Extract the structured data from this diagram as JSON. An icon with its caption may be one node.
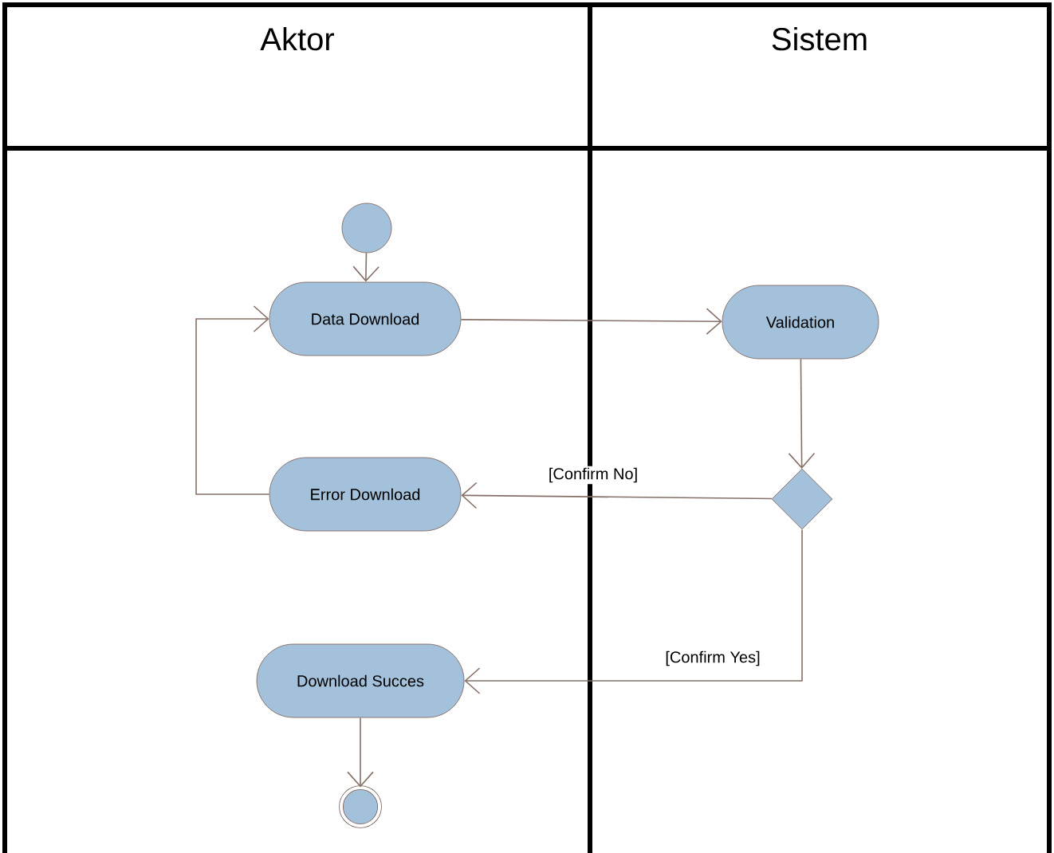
{
  "diagram": {
    "nodes": [
      {
        "text": [
          "Aktor"
        ]
      },
      {
        "text": [
          "Sistem"
        ]
      },
      {
        "text": [],
        "shape": "circle",
        "in": 0
      },
      {
        "text": [
          "Data Download"
        ],
        "in": 0
      },
      {
        "text": [
          "Validation"
        ],
        "in": 1
      },
      {
        "text": [],
        "shape": "diamond",
        "in": 1
      },
      {
        "text": [
          "Error Download"
        ],
        "in": 0
      },
      {
        "text": [
          "Download Succes"
        ],
        "in": 0
      },
      {
        "text": [],
        "shape": "circle",
        "in": 0
      }
    ],
    "edges": [
      {
        "from": 2,
        "to": 3,
        "arrow": "to"
      },
      {
        "from": 3,
        "to": 4,
        "arrow": "to"
      },
      {
        "from": 4,
        "to": 5,
        "arrow": "to"
      },
      {
        "from": 5,
        "to": 6,
        "arrow": "to",
        "label": "[Confirm No]"
      },
      {
        "from": 6,
        "to": 3,
        "arrow": "to"
      },
      {
        "from": 5,
        "to": 7,
        "arrow": "to",
        "label": "[Confirm Yes]"
      },
      {
        "from": 7,
        "to": 8,
        "arrow": "to"
      }
    ]
  }
}
